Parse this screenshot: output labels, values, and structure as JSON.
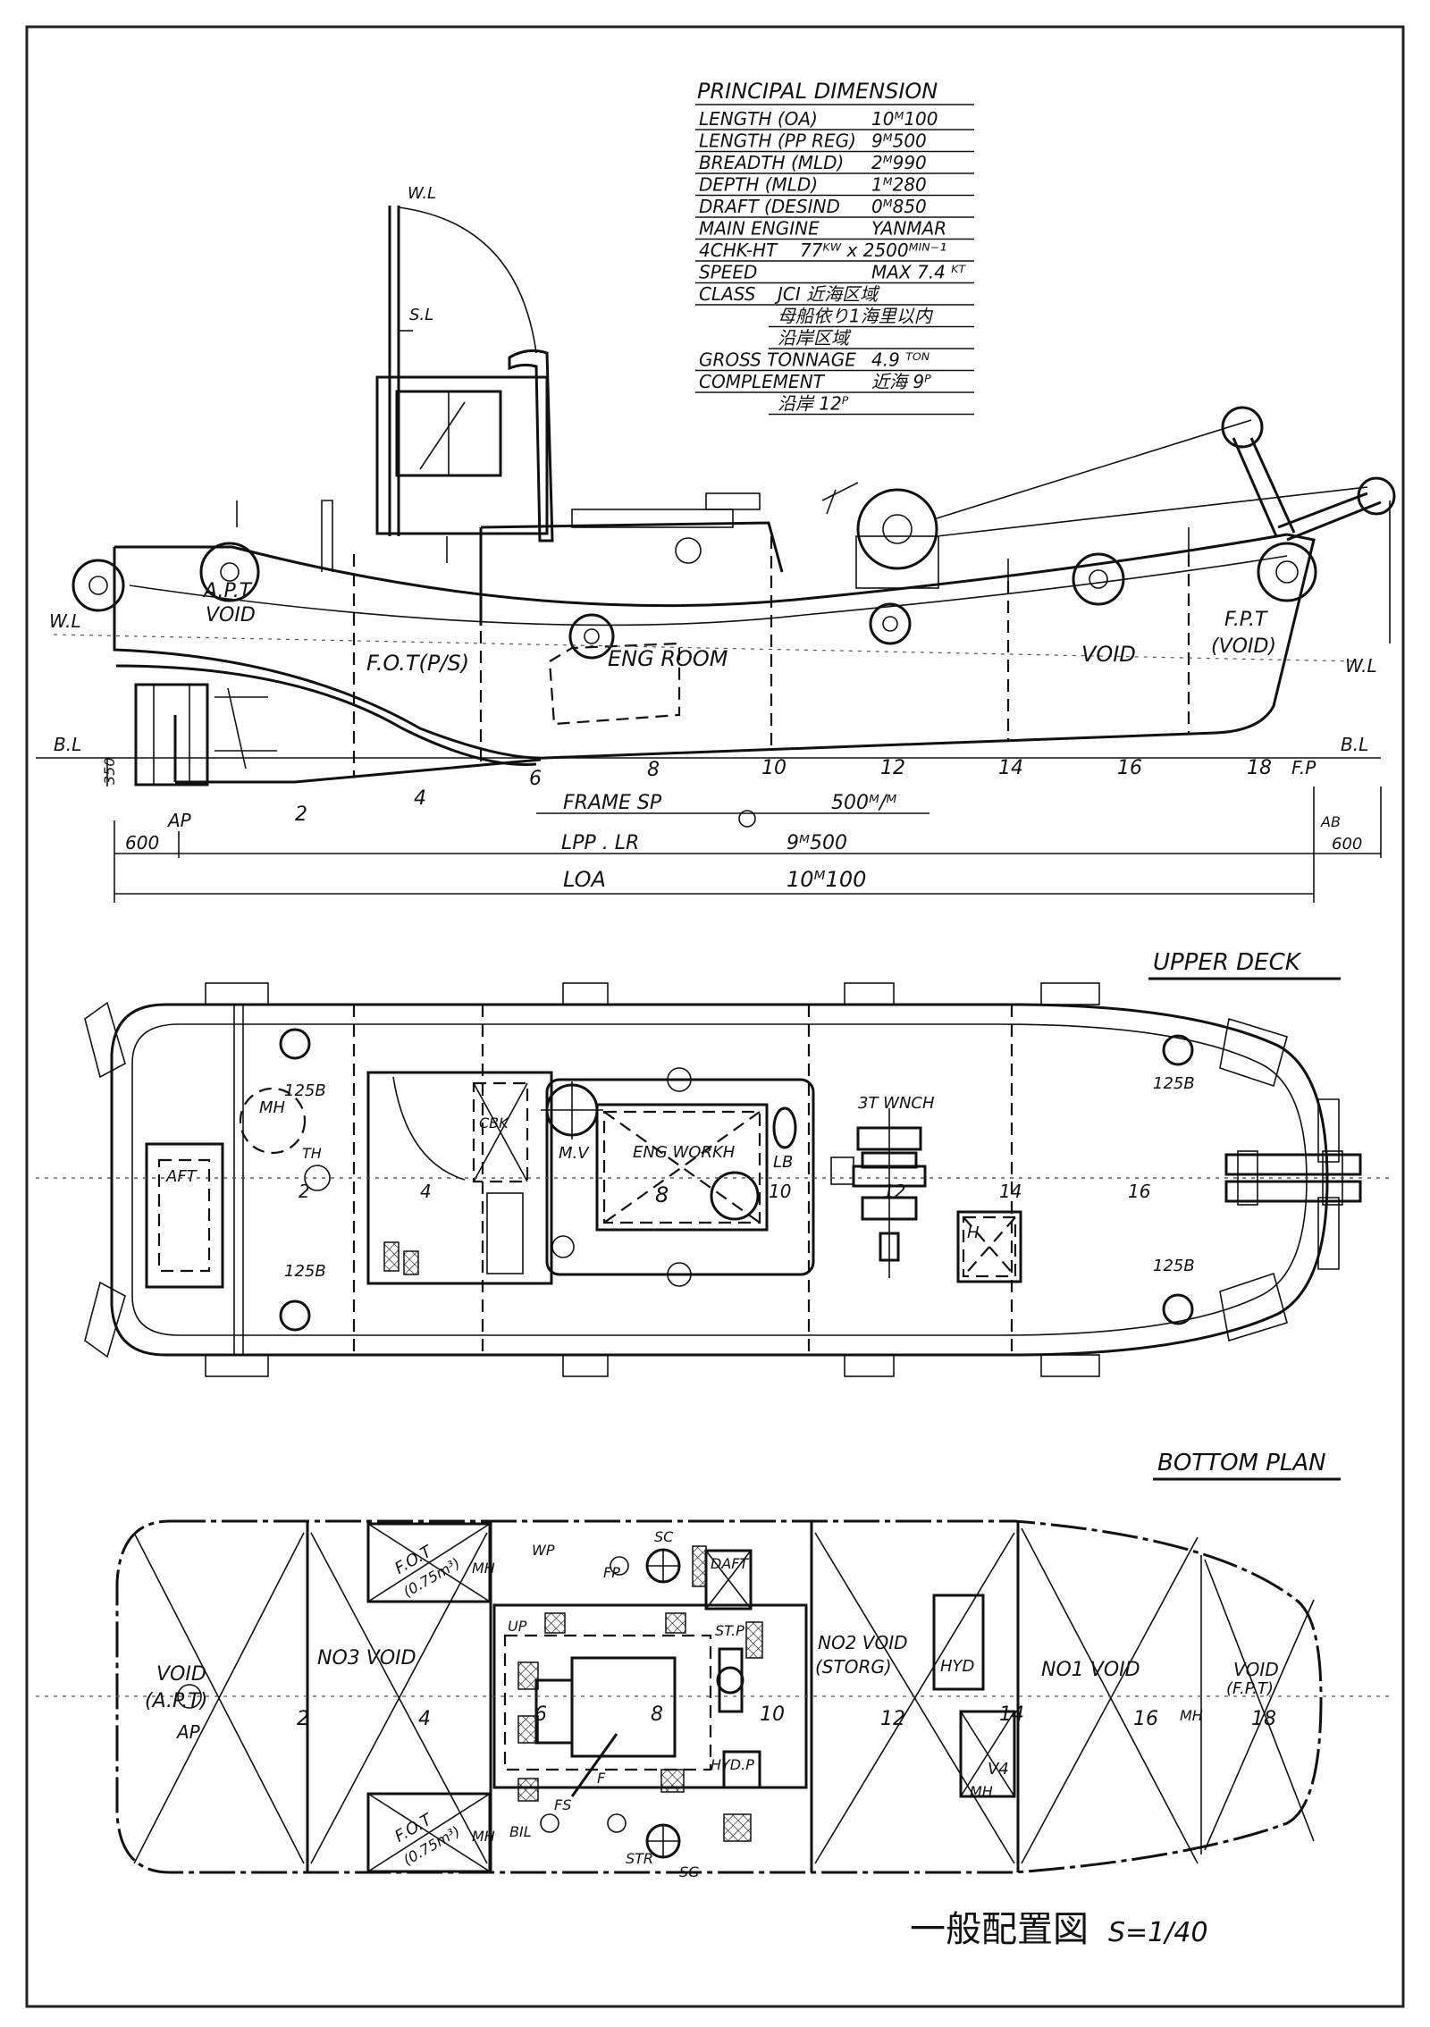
{
  "principal_dimensions": {
    "heading": "PRINCIPAL DIMENSION",
    "rows": [
      {
        "label": "LENGTH (OA)",
        "value": "10ᴹ100"
      },
      {
        "label": "LENGTH (PP REG)",
        "value": "9ᴹ500"
      },
      {
        "label": "BREADTH (MLD)",
        "value": "2ᴹ990"
      },
      {
        "label": "DEPTH (MLD)",
        "value": "1ᴹ280"
      },
      {
        "label": "DRAFT (DESIND",
        "value": "0ᴹ850"
      },
      {
        "label": "MAIN ENGINE",
        "value": "YANMAR"
      },
      {
        "label": "4CHK-HT",
        "value": "77ᴷᵂ x 2500ᴹᴵᴺ⁻¹"
      },
      {
        "label": "SPEED",
        "value": "MAX 7.4 ᴷᵀ"
      },
      {
        "label": "CLASS",
        "value": "JCI 近海区域"
      },
      {
        "label": "",
        "value": "母船依り1海里以内"
      },
      {
        "label": "",
        "value": "沿岸区域"
      },
      {
        "label": "GROSS TONNAGE",
        "value": "4.9 ᵀᴼᴺ"
      },
      {
        "label": "COMPLEMENT",
        "value": "近海  9ᴾ"
      },
      {
        "label": "",
        "value": "沿岸  12ᴾ"
      }
    ]
  },
  "profile": {
    "mast_wl": "W.L",
    "mast_sl": "S.L",
    "wl_aft": "W.L",
    "wl_fwd": "W.L",
    "bl_aft": "B.L",
    "bl_fwd": "B.L",
    "apt": "A.P.T",
    "apt_void": "VOID",
    "fot": "F.O.T(P/S)",
    "eng_room": "ENG ROOM",
    "void": "VOID",
    "fpt": "F.P.T",
    "fpt_void": "(VOID)",
    "ap": "AP",
    "fp": "F.P",
    "frames": [
      "2",
      "4",
      "6",
      "8",
      "10",
      "12",
      "14",
      "16",
      "18"
    ],
    "dims": {
      "keel_height": "350",
      "frame_sp_label": "FRAME SP",
      "frame_sp_value": "500ᴹ/ᴹ",
      "lpp_label": "LPP . LR",
      "lpp_value": "9ᴹ500",
      "loa_label": "LOA",
      "loa_value": "10ᴹ100",
      "aft_overhang": "600",
      "fwd_label": "AB",
      "fwd_overhang": "600"
    }
  },
  "upper_deck": {
    "title": "UPPER DECK",
    "bitt_labels": [
      "125B",
      "125B",
      "125B",
      "125B"
    ],
    "mh": "MH",
    "th": "TH",
    "aft_hatch": "AFT",
    "cbk": "CBK",
    "mv": "M.V",
    "eng_workh": "ENG WORKH",
    "lb": "LB",
    "winch": "3T WNCH",
    "hatch": "H",
    "frames": [
      "2",
      "4",
      "8",
      "10",
      "12",
      "14",
      "16"
    ]
  },
  "bottom_plan": {
    "title": "BOTTOM PLAN",
    "void_apt": "VOID",
    "void_apt_sub": "(A.P.T)",
    "no3_void": "NO3 VOID",
    "fot": "F.O.T",
    "fot_cap": "(0.75m³)",
    "mh": "MH",
    "wp": "WP",
    "fp": "FP",
    "sc": "SC",
    "daft": "DAFT",
    "up": "UP",
    "stp": "ST.P",
    "hydp": "HYD.P",
    "f": "F",
    "bil": "BIL",
    "fs": "FS",
    "str": "STR",
    "sg": "SG",
    "no2_void": "NO2 VOID",
    "no2_sub": "(STORG)",
    "hyd": "HYD",
    "no1_void": "NO1 VOID",
    "void_fpt": "VOID",
    "void_fpt_sub": "(F.P.T)",
    "v4": "V4",
    "ap": "AP",
    "frames": [
      "2",
      "4",
      "6",
      "8",
      "10",
      "12",
      "14",
      "16",
      "18"
    ]
  },
  "caption": {
    "title": "一般配置図",
    "scale": "S=1/40"
  }
}
